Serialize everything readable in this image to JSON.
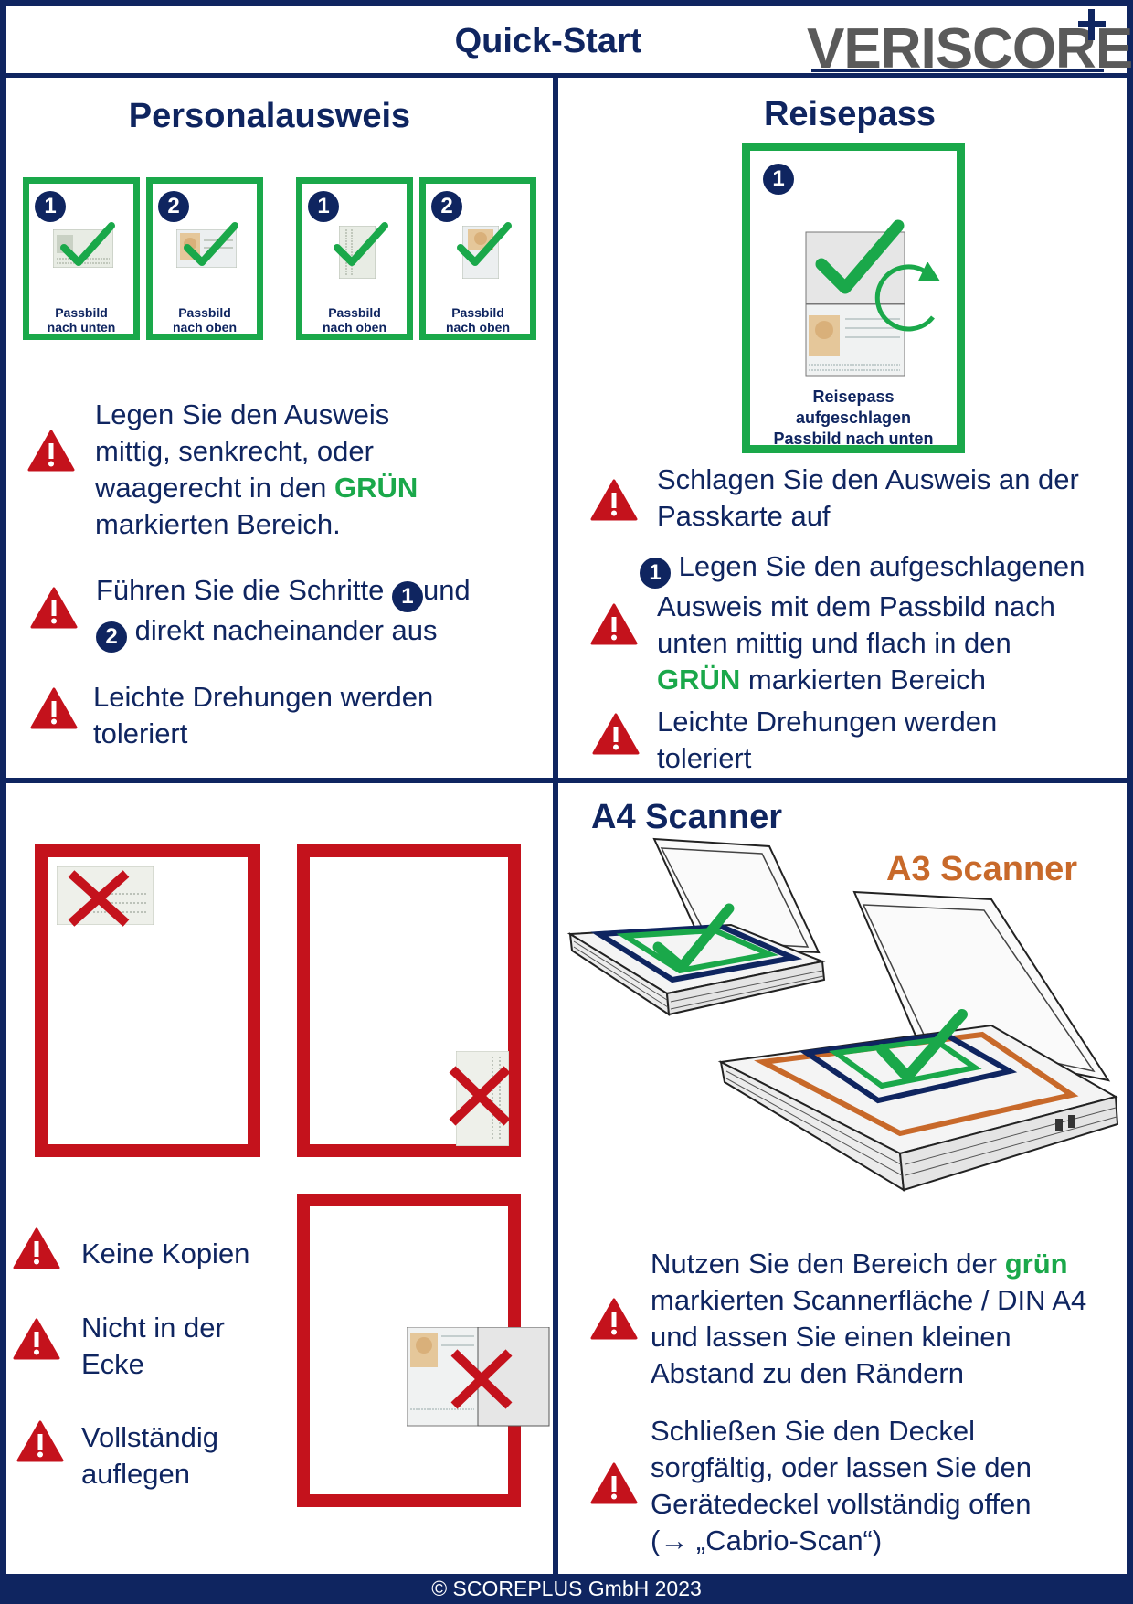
{
  "header": {
    "title": "Quick-Start",
    "logo": "VERISCORE"
  },
  "personalausweis": {
    "title": "Personalausweis",
    "cards": [
      {
        "step": "1",
        "caption_line1": "Passbild",
        "caption_line2": "nach unten"
      },
      {
        "step": "2",
        "caption_line1": "Passbild",
        "caption_line2": "nach oben"
      },
      {
        "step": "1",
        "caption_line1": "Passbild",
        "caption_line2": "nach oben"
      },
      {
        "step": "2",
        "caption_line1": "Passbild",
        "caption_line2": "nach oben"
      }
    ],
    "note1": {
      "line1": "Legen Sie den Ausweis",
      "line2": "mittig, senkrecht, oder",
      "line3_pre": "waagerecht in den ",
      "line3_green": "GRÜN",
      "line4": "markierten Bereich."
    },
    "note2": {
      "pre": "Führen Sie die Schritte ",
      "step_a": "1",
      "mid": "und",
      "step_b": "2",
      "post": " direkt nacheinander aus"
    },
    "note3": {
      "line1": "Leichte Drehungen werden",
      "line2": "toleriert"
    }
  },
  "reisepass": {
    "title": "Reisepass",
    "step": "1",
    "caption_line1": "Reisepass",
    "caption_line2": "aufgeschlagen",
    "caption_line3": "Passbild nach unten",
    "note1": {
      "line1": "Schlagen Sie den Ausweis an der",
      "line2": "Passkarte auf"
    },
    "note2": {
      "step": "1",
      "line1": " Legen Sie den aufgeschlagenen",
      "line2": "Ausweis mit dem Passbild nach",
      "line3": "unten mittig und flach in den",
      "line4_green": "GRÜN",
      "line4_post": " markierten Bereich"
    },
    "note3": {
      "line1": "Leichte Drehungen werden",
      "line2": "toleriert"
    }
  },
  "wrong": {
    "note1": "Keine Kopien",
    "note2": {
      "line1": "Nicht in der",
      "line2": "Ecke"
    },
    "note3": {
      "line1": "Vollständig",
      "line2": "auflegen"
    }
  },
  "scanner": {
    "a4_title": "A4 Scanner",
    "a3_title": "A3 Scanner",
    "note1": {
      "line1_pre": "Nutzen Sie den Bereich der ",
      "line1_green": "grün",
      "line2": "markierten Scannerfläche / DIN A4",
      "line3": "und lassen Sie einen kleinen",
      "line4": "Abstand zu den Rändern"
    },
    "note2": {
      "line1": "Schließen Sie den Deckel",
      "line2": "sorgfältig, oder lassen Sie den",
      "line3": "Gerätedeckel vollständig offen",
      "line4": "(→ „Cabrio-Scan“)"
    }
  },
  "footer": "© SCOREPLUS GmbH 2023",
  "colors": {
    "navy": "#0f2560",
    "green": "#1aa84a",
    "red": "#c4121c",
    "orange": "#c8692a",
    "logo_gray": "#5a5a5a"
  },
  "icons": [
    "warning-icon",
    "checkmark-icon",
    "cross-icon",
    "rotate-arrow-icon",
    "scanner-icon",
    "id-card-icon",
    "passport-icon"
  ]
}
